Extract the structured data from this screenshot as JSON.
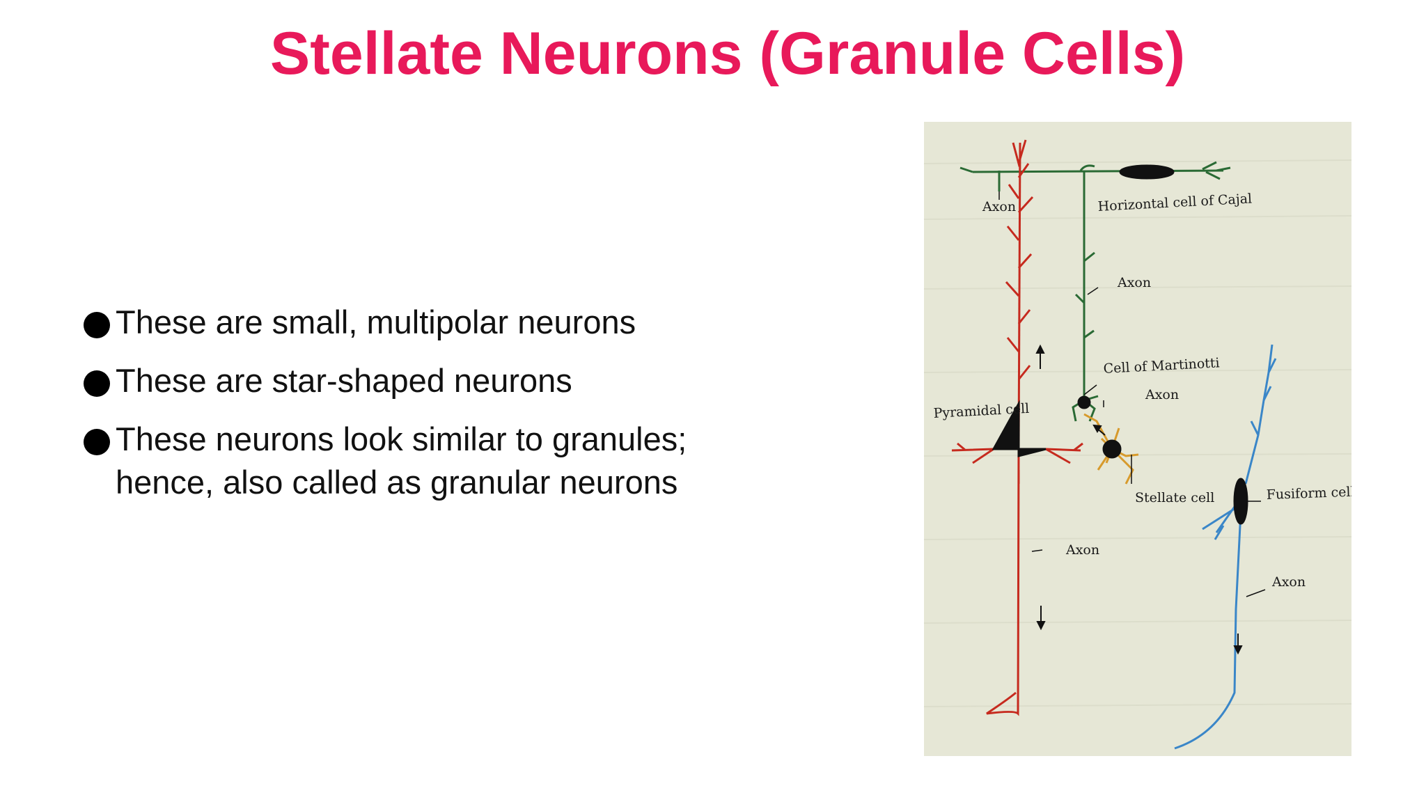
{
  "slide": {
    "title": "Stellate Neurons (Granule Cells)",
    "bullets": [
      {
        "text": "These are small, multipolar neurons"
      },
      {
        "text": "These are star-shaped neurons"
      },
      {
        "text": "These neurons look similar to granules; hence, also called as granular neurons"
      }
    ]
  },
  "figure": {
    "labels": {
      "axon_top": "Axon",
      "horizontal_cell": "Horizontal cell of Cajal",
      "axon_green": "Axon",
      "martinotti": "Cell of Martinotti",
      "axon_stellate": "Axon",
      "pyramidal": "Pyramidal cell",
      "stellate": "Stellate cell",
      "fusiform": "Fusiform cell",
      "axon_red": "Axon",
      "axon_blue": "Axon"
    }
  },
  "colors": {
    "title": "#e8195a",
    "pyramidal": "#c62a1e",
    "horizontal": "#2a6a34",
    "stellate": "#d79a2c",
    "fusiform": "#3a86c8",
    "paper": "#e6e7d6"
  }
}
